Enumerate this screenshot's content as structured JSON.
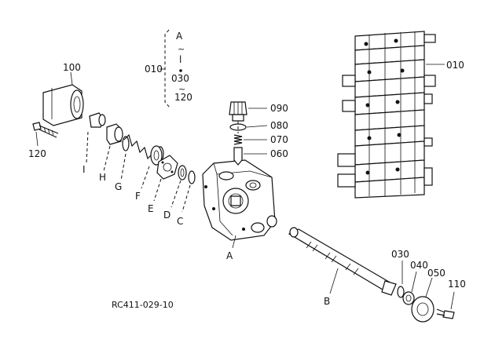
{
  "drawing_code": "RC411-029-10",
  "callouts": {
    "c100": "100",
    "c120": "120",
    "c090": "090",
    "c080": "080",
    "c070": "070",
    "c060": "060",
    "c010_left": "010",
    "c010_right": "010",
    "c030": "030",
    "c040": "040",
    "c050": "050",
    "c110": "110",
    "c030_range": "030"
  },
  "letters": {
    "A_top": "A",
    "I": "I",
    "H": "H",
    "G": "G",
    "F": "F",
    "E": "E",
    "D": "D",
    "C": "C",
    "A": "A",
    "B": "B",
    "range_end": "120"
  },
  "tilde": "~"
}
